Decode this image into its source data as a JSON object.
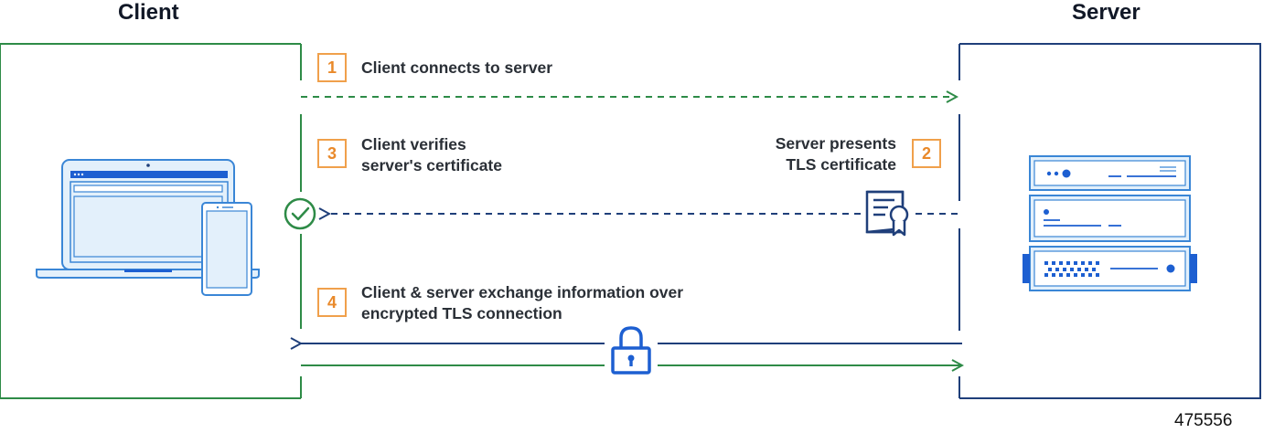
{
  "client": {
    "title": "Client"
  },
  "server": {
    "title": "Server"
  },
  "steps": [
    {
      "number": "1",
      "text": "Client connects to server"
    },
    {
      "number": "2",
      "line1": "Server presents",
      "line2": "TLS certificate"
    },
    {
      "number": "3",
      "line1": "Client verifies",
      "line2": "server's certificate"
    },
    {
      "number": "4",
      "line1": "Client & server exchange information over",
      "line2": "encrypted TLS connection"
    }
  ],
  "figure_id": "475556",
  "icons": {
    "laptop": "laptop-icon",
    "phone": "phone-icon",
    "server": "server-rack-icon",
    "certificate": "certificate-icon",
    "check": "check-circle-icon",
    "lock": "lock-icon"
  },
  "colors": {
    "green": "#2e8b47",
    "navy": "#1f3f7a",
    "orange": "#f0a04b",
    "blue": "#1d5fd1",
    "light_blue_fill": "#e3f0fb",
    "light_blue_stroke": "#3a86d6"
  }
}
